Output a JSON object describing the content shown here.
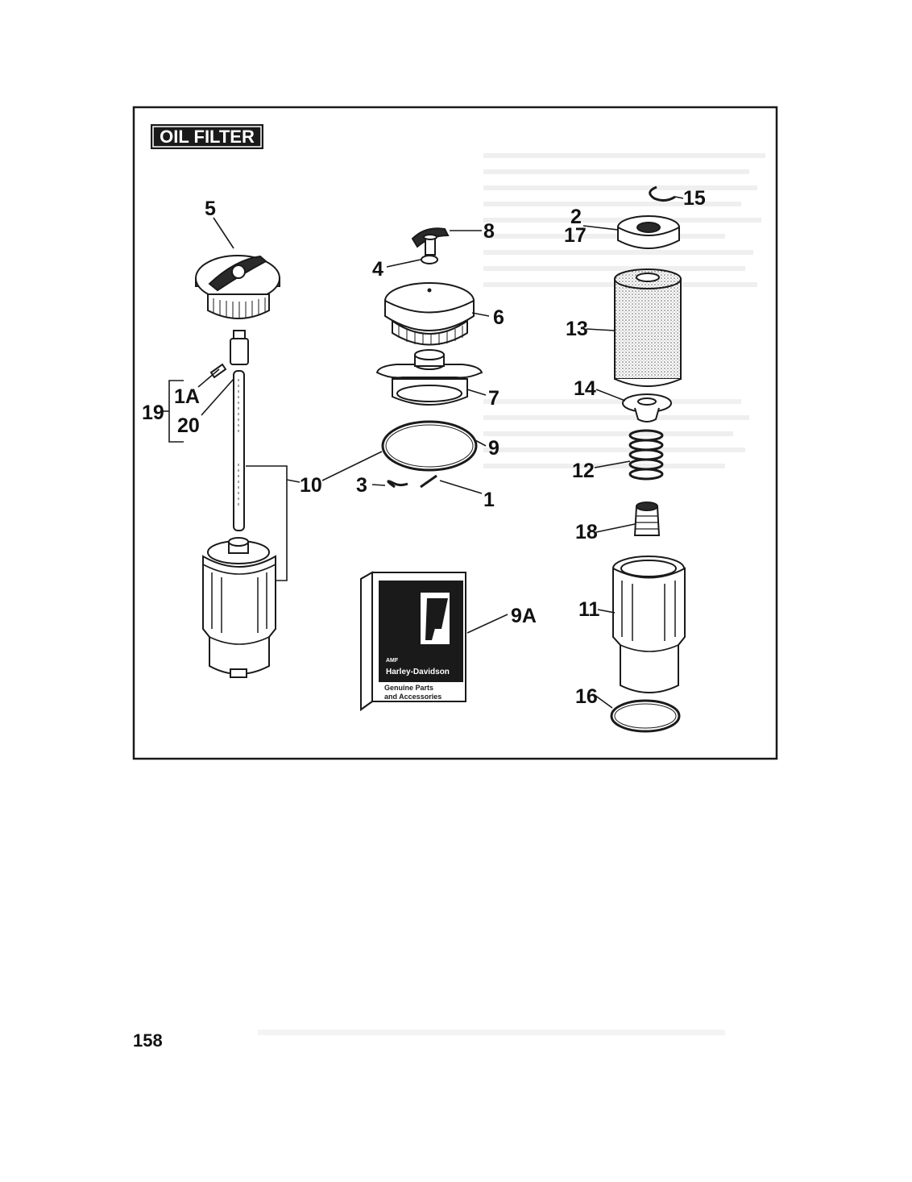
{
  "section_title": "OIL FILTER",
  "page_number": "158",
  "callouts": {
    "c5": "5",
    "c8": "8",
    "c4": "4",
    "c6": "6",
    "c7": "7",
    "c9": "9",
    "c10": "10",
    "c3": "3",
    "c1": "1",
    "c1A": "1A",
    "c19": "19",
    "c20": "20",
    "c2": "2",
    "c17": "17",
    "c15": "15",
    "c13": "13",
    "c14": "14",
    "c12": "12",
    "c18": "18",
    "c11": "11",
    "c16": "16",
    "c9A": "9A"
  },
  "package": {
    "brand_small": "AMF",
    "brand": "Harley-Davidson",
    "line1": "Genuine Parts",
    "line2": "and Accessories"
  },
  "colors": {
    "ink": "#1a1a1a",
    "paper": "#ffffff",
    "title_bg": "#1a1a1a",
    "title_fg": "#ffffff"
  }
}
